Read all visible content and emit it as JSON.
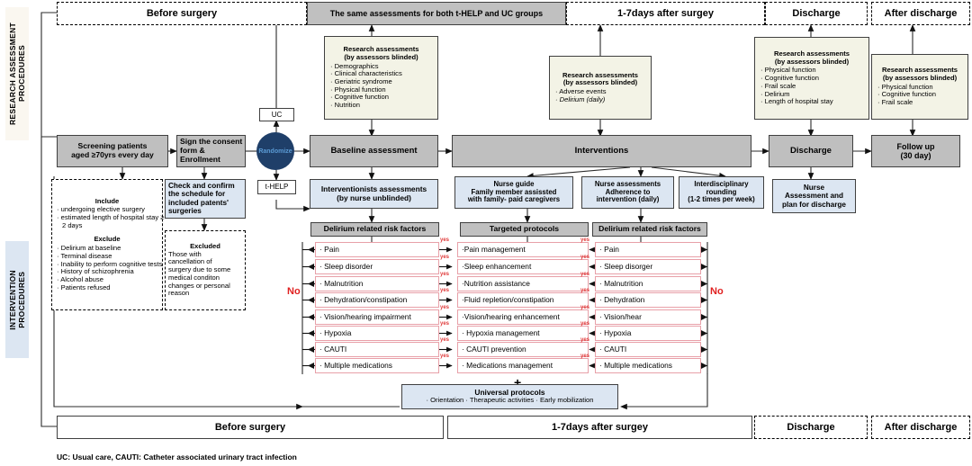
{
  "side_labels": {
    "research": "RESEARCH ASSESSMENT\nPROCEDURES",
    "intervention": "INTERVENTION\nPROCEDURES"
  },
  "timeline_top": [
    {
      "label": "Before      surgery",
      "style": "dashed"
    },
    {
      "label": "The same  assessments for both t-HELP and UC groups",
      "style": "gray"
    },
    {
      "label": "1-7days after surgey",
      "style": "dashed"
    },
    {
      "label": "Discharge",
      "style": "dashed"
    },
    {
      "label": "After discharge",
      "style": "dashed"
    }
  ],
  "timeline_bottom": [
    {
      "label": "Before      surgery",
      "style": "solid"
    },
    {
      "label": "1-7days after surgey",
      "style": "solid"
    },
    {
      "label": "Discharge",
      "style": "dashed"
    },
    {
      "label": "After discharge",
      "style": "dashed"
    }
  ],
  "assessment_boxes": {
    "baseline": {
      "title": "Research assessments\n(by assessors blinded)",
      "items": [
        "Demographics",
        "Clinical characteristics",
        "Geriatric syndrome",
        "Physical function",
        "Cognitive  function",
        "Nutrition"
      ]
    },
    "postop": {
      "title": "Research assessments\n(by assessors blinded)",
      "items": [
        "Adverse events",
        "Delirium (daily)"
      ]
    },
    "discharge": {
      "title": "Research assessments\n(by assessors blinded)",
      "items": [
        "Physical function",
        "Cognitive  function",
        "Frail scale",
        "Delirium",
        "Length of hospital stay"
      ]
    },
    "after_discharge": {
      "title": "Research assessments\n(by assessors blinded)",
      "items": [
        "Physical function",
        "Cognitive  function",
        "Frail scale"
      ]
    }
  },
  "flow": {
    "screening": "Screening patients\naged ≥70yrs every day",
    "consent": "Sign the consent\nform & Enrollment",
    "randomize": "Randomize",
    "uc_arm": "UC",
    "thelp_arm": "t-HELP",
    "baseline_assessment": "Baseline assessment",
    "interventions": "Interventions",
    "discharge": "Discharge",
    "follow_up": "Follow up\n(30 day)",
    "check_schedule": "Check and confirm\nthe schedule for\nincluded patents'\nsurgeries",
    "nurse_discharge": "Nurse\nAssessment and\nplan for discharge"
  },
  "eligibility": {
    "include_title": "Include",
    "include_items": [
      "undergoing elective surgery",
      "estimated length of hospital stay ≥ 2 days"
    ],
    "exclude_title": "Exclude",
    "exclude_items": [
      "Delirium at baseline",
      "Terminal disease",
      "Inability to perform cognitive  tests",
      "History of schizophrenia",
      "Alcohol abuse",
      "Patients refused"
    ],
    "excluded_title": "Excluded",
    "excluded_text": "Those with\ncancellation of\nsurgery due to some\nmedical conditon\nchanges or personal\nreason"
  },
  "intervention_headers": {
    "interventionists": "Interventionists assessments\n(by nurse unblinded)",
    "nurse_guide": "Nurse guide\nFamily member assissted\nwith family- paid caregivers",
    "nurse_assessments": "Nurse assessments\nAdherence to\nintervention (daily)",
    "interdisciplinary": "Interdisciplinary\nrounding\n(1-2 times per week)"
  },
  "columns": {
    "left_title": "Delirium related risk factors",
    "mid_title": "Targeted protocols",
    "right_title": "Delirium related risk factors",
    "left_items": [
      "· Pain",
      "· Sleep disorder",
      "· Malnutrition",
      "· Dehydration/constipation",
      "· Vision/hearing impairment",
      "· Hypoxia",
      "· CAUTI",
      "· Multiple medications"
    ],
    "mid_items": [
      "·Pain management",
      "·Sleep enhancement",
      "·Nutrition assistance",
      "·Fluid repletion/constipation",
      "·Vision/hearing enhancement",
      "· Hypoxia management",
      "· CAUTI prevention",
      "· Medications management"
    ],
    "right_items": [
      "· Pain",
      "· Sleep disorger",
      "· Malnutrition",
      "· Dehydration",
      "· Vision/hear",
      "· Hypoxia",
      "· CAUTI",
      "· Multiple medications"
    ],
    "yes_label": "yes",
    "no_label": "No",
    "plus": "+"
  },
  "universal": {
    "title": "Universal protocols",
    "items": "· Orientation  · Therapeutic activities  · Early mobilization"
  },
  "footnote": "UC: Usual care,  CAUTI: Catheter associated urinary tract infection",
  "colors": {
    "gray_box": "#bfbfbf",
    "cream_box": "#f3f3e6",
    "blue_box": "#dce6f2",
    "randomize": "#1f3f69",
    "randomize_text": "#5b9bd5",
    "yes_red": "#e03a3a",
    "risk_border": "#e8a0a8"
  }
}
